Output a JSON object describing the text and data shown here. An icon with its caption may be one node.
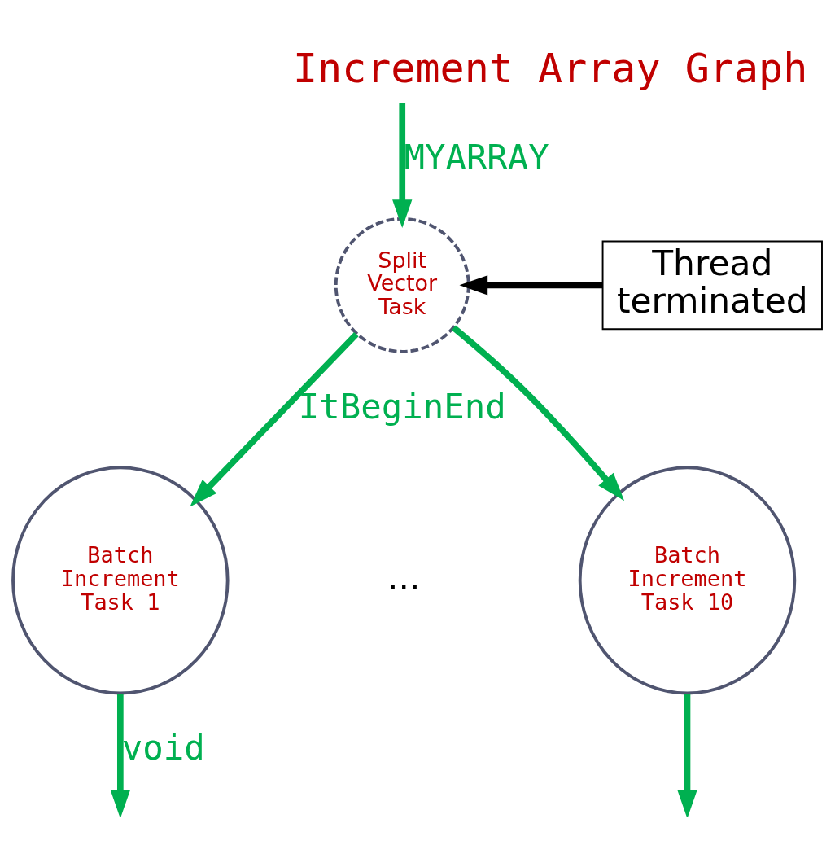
{
  "diagram": {
    "title": "Increment Array Graph",
    "nodes": [
      {
        "text": [
          "Split Vector Task"
        ]
      },
      {
        "text": [
          "Thread terminated"
        ]
      },
      {
        "text": [
          "Batch Increment Task 1"
        ]
      },
      {
        "text": [
          "Batch Increment Task 10"
        ]
      }
    ],
    "edges": [
      {
        "from": null,
        "to": 0,
        "arrow": "to",
        "label": "MYARRAY"
      },
      {
        "from": 1,
        "to": 0,
        "arrow": "to",
        "color": "#000000"
      },
      {
        "from": 0,
        "to": 2,
        "arrow": "to",
        "label": "ItBeginEnd"
      },
      {
        "from": 0,
        "to": 3,
        "arrow": "to"
      },
      {
        "from": 2,
        "to": null,
        "arrow": "to",
        "label": "void"
      },
      {
        "from": 3,
        "to": null,
        "arrow": "to"
      }
    ],
    "labels": [
      "..."
    ]
  }
}
